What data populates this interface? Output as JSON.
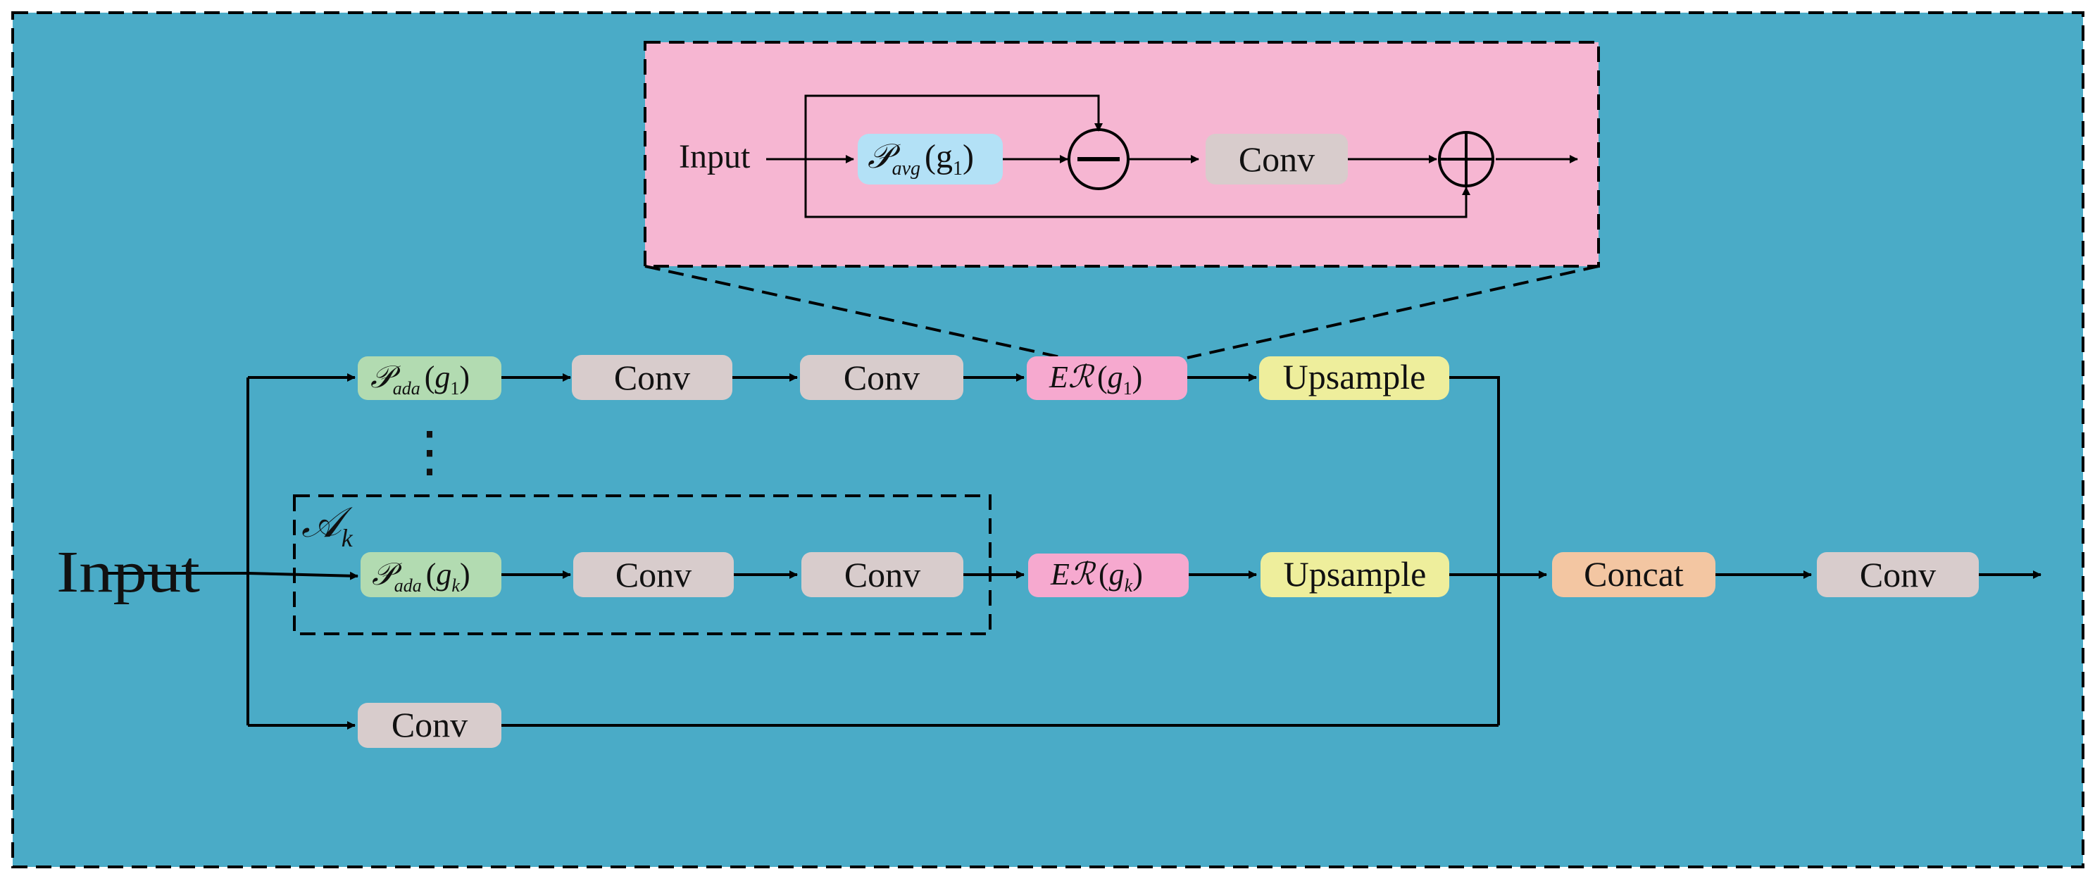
{
  "colors": {
    "background": "#4aabc7",
    "inset": "#f6b6d2",
    "conv": "#d8cccc",
    "pool_ada": "#b2dbb1",
    "pool_avg": "#b3e1f6",
    "er": "#f6a9cf",
    "upsample": "#eeee9c",
    "concat": "#f3c6a2",
    "line": "#000000"
  },
  "inset": {
    "input_label": "Input",
    "pool": {
      "P": "𝒫",
      "sub": "avg",
      "arg": "g",
      "arg_sub": "1"
    },
    "subtract_icon": "minus-circle-icon",
    "conv_label": "Conv",
    "add_icon": "plus-circle-icon"
  },
  "main": {
    "input_label": "Input",
    "ellipsis": "⋮",
    "group_label": {
      "A": "𝒜",
      "sub": "k"
    },
    "row1": {
      "pool": {
        "P": "𝒫",
        "sub": "ada",
        "arg": "g",
        "arg_sub": "1"
      },
      "conv1": "Conv",
      "conv2": "Conv",
      "er": {
        "E": "E",
        "R": "ℛ",
        "arg": "g",
        "arg_sub": "1"
      },
      "upsample": "Upsample"
    },
    "rowk": {
      "pool": {
        "P": "𝒫",
        "sub": "ada",
        "arg": "g",
        "arg_sub": "k"
      },
      "conv1": "Conv",
      "conv2": "Conv",
      "er": {
        "E": "E",
        "R": "ℛ",
        "arg": "g",
        "arg_sub": "k"
      },
      "upsample": "Upsample"
    },
    "bottom_conv": "Conv",
    "concat": "Concat",
    "final_conv": "Conv"
  }
}
